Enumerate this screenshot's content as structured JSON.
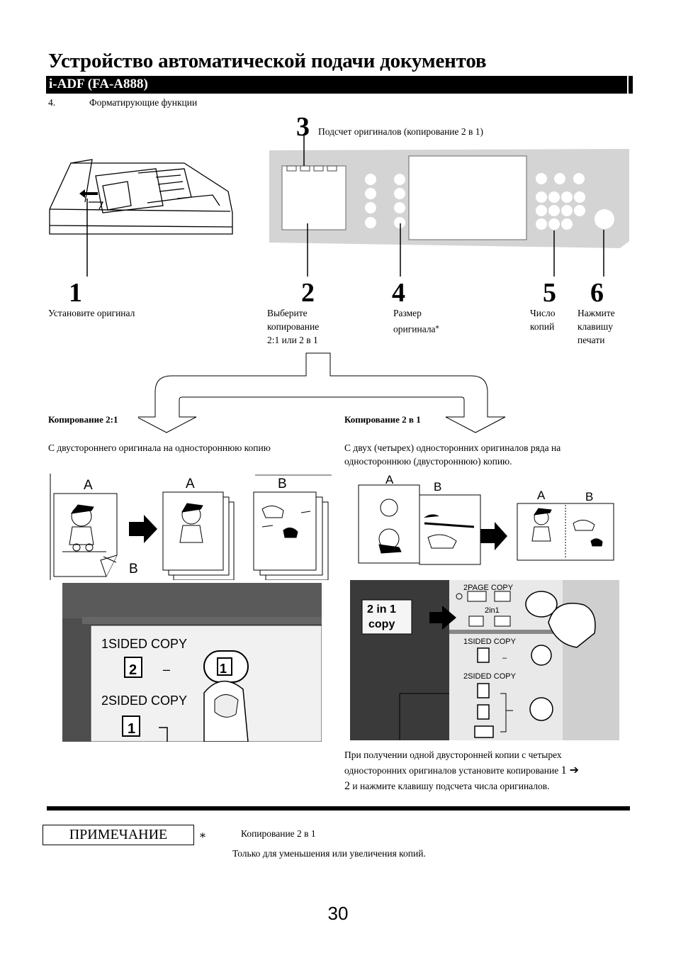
{
  "header": {
    "title": "Устройство автоматической подачи документов",
    "subtitle": "i-ADF (FA-A888)"
  },
  "section": {
    "number": "4.",
    "title": "Форматирующие функции"
  },
  "callout3": {
    "number": "3",
    "text": "Подсчет оригиналов (копирование 2 в 1)"
  },
  "steps": [
    {
      "number": "1",
      "lines": [
        "Установите оригинал"
      ]
    },
    {
      "number": "2",
      "lines": [
        "Выберите",
        "копирование",
        "2:1 или 2 в 1"
      ]
    },
    {
      "number": "4",
      "lines": [
        "Размер",
        "оригинала"
      ],
      "mark": "⁎"
    },
    {
      "number": "5",
      "lines": [
        "Число",
        "копий"
      ]
    },
    {
      "number": "6",
      "lines": [
        "Нажмите",
        "клавишу",
        "печати"
      ]
    }
  ],
  "branches": {
    "left": {
      "heading": "Копирование 2:1",
      "description": "С двустороннего оригинала на одностороннюю копию"
    },
    "right": {
      "heading": "Копирование 2 в 1",
      "description_line1": "С двух (четырех) односторонних оригиналов ряда на",
      "description_line2": "одностороннюю (двустороннюю) копию."
    }
  },
  "illustration_left": {
    "labels": [
      "A",
      "A",
      "B",
      "B"
    ],
    "panel": {
      "sided1": "1SIDED COPY",
      "sided2": "2SIDED COPY",
      "key1": "1",
      "dash": "–"
    }
  },
  "illustration_right": {
    "labels": [
      "A",
      "B",
      "A",
      "B"
    ],
    "panel": {
      "badge_line1": "2 in 1",
      "badge_line2": "copy",
      "page_copy": "2PAGE COPY",
      "twoin1": "2in1",
      "sided1": "1SIDED COPY",
      "sided2": "2SIDED COPY",
      "dash": "–"
    }
  },
  "right_note": {
    "line1": "При получении одной двусторонней копии с четырех",
    "line2_a": "односторонних оригиналов установите копирование",
    "line2_b": "1 ➔",
    "line3_a": "2",
    "line3_b": " и нажмите клавишу подсчета числа оригиналов."
  },
  "note": {
    "label": "ПРИМЕЧАНИЕ",
    "mark": "⁎",
    "heading": "Копирование 2 в 1",
    "text": "Только для уменьшения или увеличения копий."
  },
  "page_number": "30"
}
